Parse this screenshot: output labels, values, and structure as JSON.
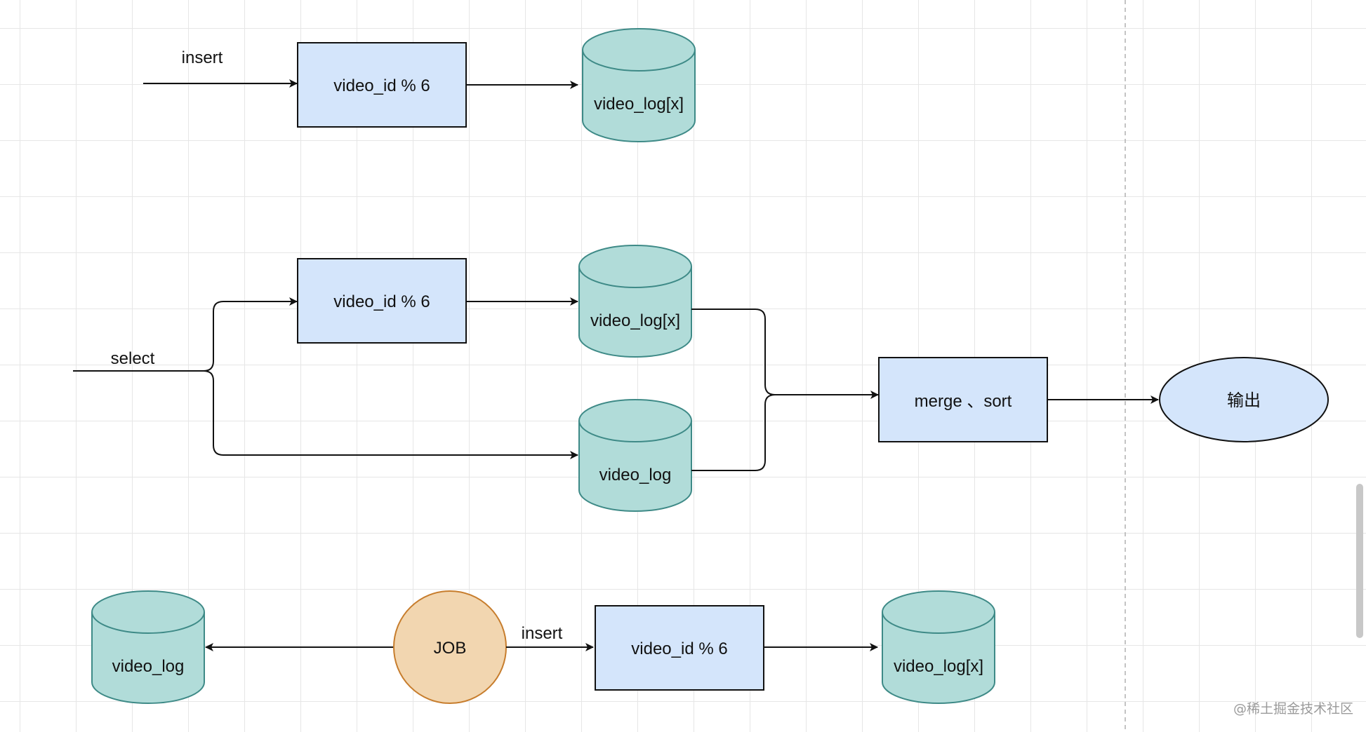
{
  "colors": {
    "process_fill": "#d4e5fb",
    "db_fill": "#b1dcd9",
    "db_stroke": "#3e8a87",
    "job_fill": "#f2d6b0",
    "job_stroke": "#c77d2d",
    "output_fill": "#d4e5fb",
    "line": "#111111"
  },
  "insert_section": {
    "edge_label": "insert",
    "process": "video_id % 6",
    "target_db": "video_log[x]"
  },
  "select_section": {
    "edge_label": "select",
    "process": "video_id % 6",
    "sharded_db": "video_log[x]",
    "origin_db": "video_log",
    "merge_process": "merge 、sort",
    "output": "输出"
  },
  "job_section": {
    "source_db": "video_log",
    "job": "JOB",
    "edge_label": "insert",
    "process": "video_id % 6",
    "target_db": "video_log[x]"
  },
  "watermark": "@稀土掘金技术社区"
}
